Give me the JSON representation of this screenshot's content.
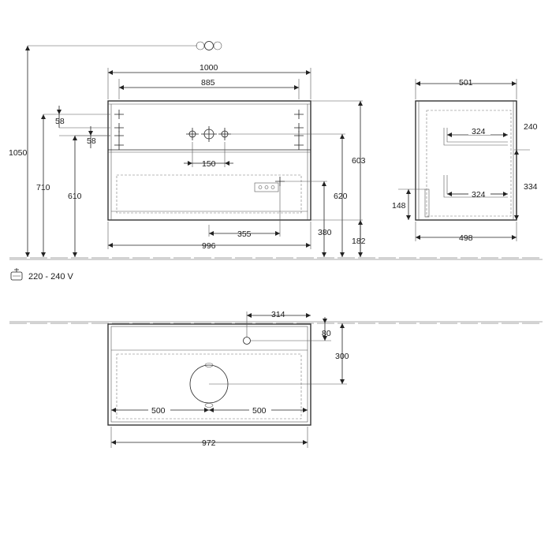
{
  "front_view": {
    "total_height": "1050",
    "height_710": "710",
    "height_610": "610",
    "width_1000": "1000",
    "width_885": "885",
    "offset_58_top": "58",
    "offset_58_bottom": "58",
    "tap_spacing": "150",
    "drawer_height": "603",
    "height_620": "620",
    "height_380": "380",
    "height_182": "182",
    "offset_355": "355",
    "width_996": "996"
  },
  "side_view": {
    "depth_501": "501",
    "height_240": "240",
    "inner_324_top": "324",
    "height_334": "334",
    "inner_324_bottom": "324",
    "height_148": "148",
    "depth_498": "498"
  },
  "top_view": {
    "offset_314": "314",
    "offset_80": "80",
    "depth_300": "300",
    "left_500": "500",
    "right_500": "500",
    "width_972": "972"
  },
  "power": {
    "voltage": "220 - 240 V"
  }
}
